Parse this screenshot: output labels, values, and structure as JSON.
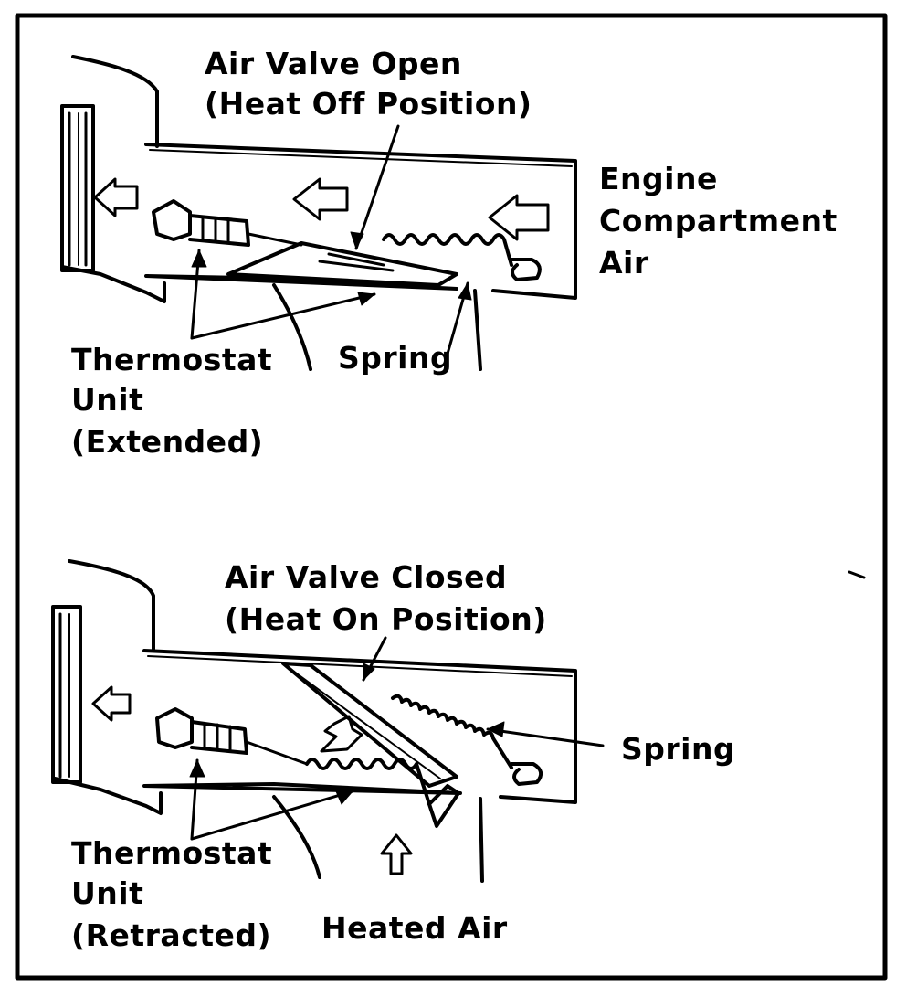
{
  "top_panel": {
    "valve_title": "Air Valve Open",
    "valve_subtitle": "(Heat Off Position)",
    "engine_line1": "Engine",
    "engine_line2": "Compartment",
    "engine_line3": "Air",
    "thermostat_line1": "Thermostat",
    "thermostat_line2": "Unit",
    "thermostat_line3": "(Extended)",
    "spring": "Spring"
  },
  "bottom_panel": {
    "valve_title": "Air Valve Closed",
    "valve_subtitle": "(Heat On Position)",
    "spring": "Spring",
    "thermostat_line1": "Thermostat",
    "thermostat_line2": "Unit",
    "thermostat_line3": "(Retracted)",
    "heated_air": "Heated Air"
  },
  "colors": {
    "ink": "#000000",
    "paper": "#ffffff"
  }
}
